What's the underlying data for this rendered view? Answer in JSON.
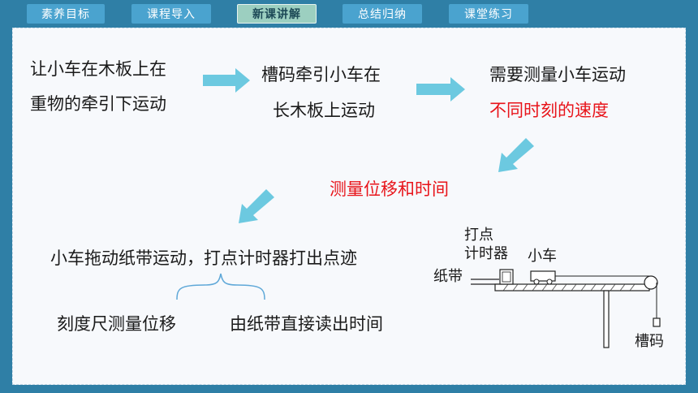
{
  "nav": {
    "tabs": [
      {
        "label": "素养目标",
        "active": false
      },
      {
        "label": "课程导入",
        "active": false
      },
      {
        "label": "新课讲解",
        "active": true
      },
      {
        "label": "总结归纳",
        "active": false
      },
      {
        "label": "课堂练习",
        "active": false
      }
    ]
  },
  "flow": {
    "step1_line1": "让小车在木板上在",
    "step1_line2": "重物的牵引下运动",
    "step2_line1": "槽码牵引小车在",
    "step2_line2": "长木板上运动",
    "step3_line1": "需要测量小车运动",
    "step3_line2": "不同时刻的速度",
    "step4": "测量位移和时间",
    "step5": "小车拖动纸带运动，打点计时器打出点迹",
    "branch_left": "刻度尺测量位移",
    "branch_right": "由纸带直接读出时间"
  },
  "diagram": {
    "label_timer_line1": "打点",
    "label_timer_line2": "计时器",
    "label_cart": "小车",
    "label_tape": "纸带",
    "label_weight": "槽码"
  },
  "colors": {
    "background": "#2f7fa6",
    "tab": "#4aa3cf",
    "tab_active": "#9ccfc0",
    "arrow": "#6cc9e0",
    "highlight": "#e8141a",
    "panel": "#f7f9fc"
  }
}
